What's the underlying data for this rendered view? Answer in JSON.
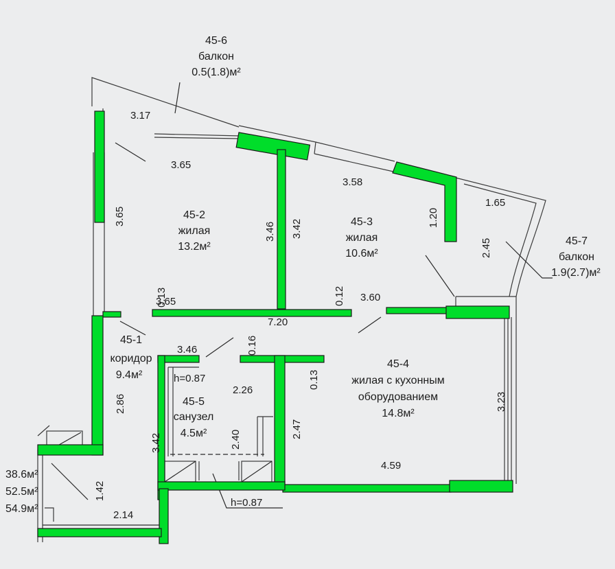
{
  "rooms": {
    "r45_6": {
      "id": "45-6",
      "name": "балкон",
      "area": "0.5(1.8)м²"
    },
    "r45_2": {
      "id": "45-2",
      "name": "жилая",
      "area": "13.2м²"
    },
    "r45_3": {
      "id": "45-3",
      "name": "жилая",
      "area": "10.6м²"
    },
    "r45_7": {
      "id": "45-7",
      "name": "балкон",
      "area": "1.9(2.7)м²"
    },
    "r45_1": {
      "id": "45-1",
      "name": "коридор",
      "area": "9.4м²"
    },
    "r45_5": {
      "id": "45-5",
      "name": "санузел",
      "area": "4.5м²"
    },
    "r45_4": {
      "id": "45-4",
      "name_line1": "жилая с кухонным",
      "name_line2": "оборудованием",
      "area": "14.8м²"
    }
  },
  "dimensions": {
    "d317": "3.17",
    "d365a": "3.65",
    "d358": "3.58",
    "d165": "1.65",
    "d365b": "3.65",
    "d346a": "3.46",
    "d342a": "3.42",
    "d120": "1.20",
    "d245": "2.45",
    "d013a": "0.13",
    "d365c": "3.65",
    "d012": "0.12",
    "d360": "3.60",
    "d720": "7.20",
    "d346b": "3.46",
    "d016": "0.16",
    "h087a": "h=0.87",
    "d226": "2.26",
    "d013b": "0.13",
    "d323": "3.23",
    "d286": "2.86",
    "d247": "2.47",
    "d240": "2.40",
    "d342b": "3.42",
    "d459": "4.59",
    "h087b": "h=0.87",
    "d142": "1.42",
    "d214": "2.14"
  },
  "totals": {
    "t1": "38.6м²",
    "t2": "52.5м²",
    "t3": "54.9м²"
  },
  "colors": {
    "wall": "#00dd2a",
    "line": "#2a2a2a",
    "background": "#ecedee"
  }
}
